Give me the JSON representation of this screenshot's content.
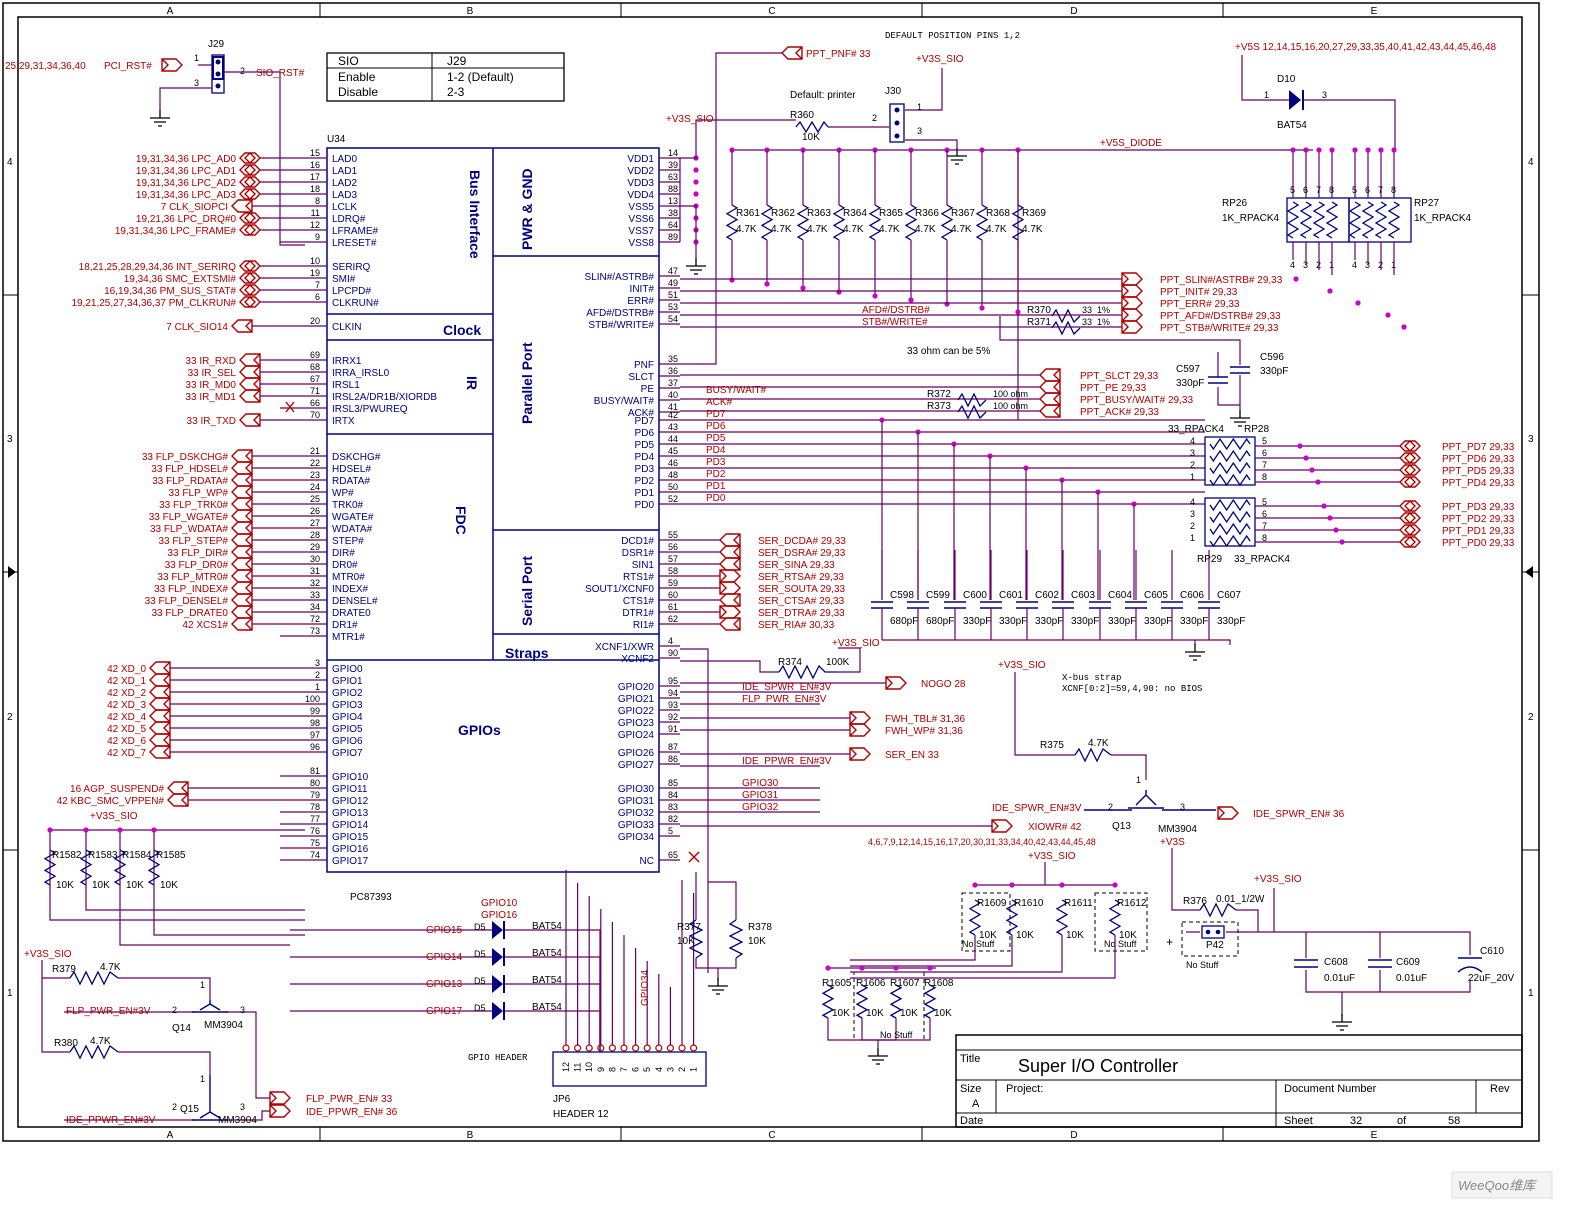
{
  "border": {
    "columns": [
      "A",
      "B",
      "C",
      "D",
      "E"
    ],
    "rows": [
      "4",
      "3",
      "2",
      "1"
    ]
  },
  "jumper_table": {
    "headers": [
      "SIO",
      "J29"
    ],
    "rows": [
      [
        "Enable",
        "1-2 (Default)"
      ],
      [
        "Disable",
        "2-3"
      ]
    ]
  },
  "j29": {
    "ref": "J29",
    "net_in": "PCI_RST#",
    "net_in_refs": "25,29,31,34,36,40",
    "net_out": "SIO_RST#",
    "pin1": "1",
    "pin2": "2",
    "pin3": "3"
  },
  "default_pos_note": "DEFAULT POSITION PINS 1,2",
  "u34": {
    "ref": "U34",
    "part": "PC87393",
    "sections": {
      "bus": "Bus Interface",
      "pwr": "PWR & GND",
      "clock": "Clock",
      "ir": "IR",
      "parallel": "Parallel Port",
      "fdc": "FDC",
      "serial": "Serial Port",
      "straps": "Straps",
      "gpios": "GPIOs"
    },
    "left_pins": [
      {
        "pin": "15",
        "name": "LAD0",
        "net": "LPC_AD0",
        "refs": "19,31,34,36"
      },
      {
        "pin": "16",
        "name": "LAD1",
        "net": "LPC_AD1",
        "refs": "19,31,34,36"
      },
      {
        "pin": "17",
        "name": "LAD2",
        "net": "LPC_AD2",
        "refs": "19,31,34,36"
      },
      {
        "pin": "18",
        "name": "LAD3",
        "net": "LPC_AD3",
        "refs": "19,31,34,36"
      },
      {
        "pin": "8",
        "name": "LCLK",
        "net": "CLK_SIOPCI",
        "refs": "7"
      },
      {
        "pin": "11",
        "name": "LDRQ#",
        "net": "LPC_DRQ#0",
        "refs": "19,21,36"
      },
      {
        "pin": "12",
        "name": "LFRAME#",
        "net": "LPC_FRAME#",
        "refs": "19,31,34,36"
      },
      {
        "pin": "9",
        "name": "LRESET#",
        "net": "",
        "refs": ""
      },
      {
        "pin": "10",
        "name": "SERIRQ",
        "net": "INT_SERIRQ",
        "refs": "18,21,25,28,29,34,36"
      },
      {
        "pin": "19",
        "name": "SMI#",
        "net": "SMC_EXTSMI#",
        "refs": "19,34,36"
      },
      {
        "pin": "7",
        "name": "LPCPD#",
        "net": "PM_SUS_STAT#",
        "refs": "16,19,34,36"
      },
      {
        "pin": "6",
        "name": "CLKRUN#",
        "net": "PM_CLKRUN#",
        "refs": "19,21,25,27,34,36,37"
      },
      {
        "pin": "20",
        "name": "CLKIN",
        "net": "CLK_SIO14",
        "refs": "7"
      },
      {
        "pin": "69",
        "name": "IRRX1",
        "net": "IR_RXD",
        "refs": "33"
      },
      {
        "pin": "68",
        "name": "IRRA_IRSL0",
        "net": "IR_SEL",
        "refs": "33"
      },
      {
        "pin": "67",
        "name": "IRSL1",
        "net": "IR_MD0",
        "refs": "33"
      },
      {
        "pin": "71",
        "name": "IRSL2A/DR1B/XIORDB",
        "net": "IR_MD1",
        "refs": "33"
      },
      {
        "pin": "66",
        "name": "IRSL3/PWUREQ",
        "net": "",
        "refs": ""
      },
      {
        "pin": "70",
        "name": "IRTX",
        "net": "IR_TXD",
        "refs": "33"
      },
      {
        "pin": "21",
        "name": "DSKCHG#",
        "net": "FLP_DSKCHG#",
        "refs": "33"
      },
      {
        "pin": "22",
        "name": "HDSEL#",
        "net": "FLP_HDSEL#",
        "refs": "33"
      },
      {
        "pin": "23",
        "name": "RDATA#",
        "net": "FLP_RDATA#",
        "refs": "33"
      },
      {
        "pin": "24",
        "name": "WP#",
        "net": "FLP_WP#",
        "refs": "33"
      },
      {
        "pin": "25",
        "name": "TRK0#",
        "net": "FLP_TRK0#",
        "refs": "33"
      },
      {
        "pin": "26",
        "name": "WGATE#",
        "net": "FLP_WGATE#",
        "refs": "33"
      },
      {
        "pin": "27",
        "name": "WDATA#",
        "net": "FLP_WDATA#",
        "refs": "33"
      },
      {
        "pin": "28",
        "name": "STEP#",
        "net": "FLP_STEP#",
        "refs": "33"
      },
      {
        "pin": "29",
        "name": "DIR#",
        "net": "FLP_DIR#",
        "refs": "33"
      },
      {
        "pin": "30",
        "name": "DR0#",
        "net": "FLP_DR0#",
        "refs": "33"
      },
      {
        "pin": "31",
        "name": "MTR0#",
        "net": "FLP_MTR0#",
        "refs": "33"
      },
      {
        "pin": "32",
        "name": "INDEX#",
        "net": "FLP_INDEX#",
        "refs": "33"
      },
      {
        "pin": "33",
        "name": "DENSEL#",
        "net": "FLP_DENSEL#",
        "refs": "33"
      },
      {
        "pin": "34",
        "name": "DRATE0",
        "net": "FLP_DRATE0",
        "refs": "33"
      },
      {
        "pin": "72",
        "name": "DR1#",
        "net": "XCS1#",
        "refs": "42"
      },
      {
        "pin": "73",
        "name": "MTR1#",
        "net": "",
        "refs": ""
      },
      {
        "pin": "3",
        "name": "GPIO0",
        "net": "XD_0",
        "refs": "42"
      },
      {
        "pin": "2",
        "name": "GPIO1",
        "net": "XD_1",
        "refs": "42"
      },
      {
        "pin": "1",
        "name": "GPIO2",
        "net": "XD_2",
        "refs": "42"
      },
      {
        "pin": "100",
        "name": "GPIO3",
        "net": "XD_3",
        "refs": "42"
      },
      {
        "pin": "99",
        "name": "GPIO4",
        "net": "XD_4",
        "refs": "42"
      },
      {
        "pin": "98",
        "name": "GPIO5",
        "net": "XD_5",
        "refs": "42"
      },
      {
        "pin": "97",
        "name": "GPIO6",
        "net": "XD_6",
        "refs": "42"
      },
      {
        "pin": "96",
        "name": "GPIO7",
        "net": "XD_7",
        "refs": "42"
      },
      {
        "pin": "81",
        "name": "GPIO10",
        "net": "",
        "refs": ""
      },
      {
        "pin": "80",
        "name": "GPIO11",
        "net": "AGP_SUSPEND#",
        "refs": "16"
      },
      {
        "pin": "79",
        "name": "GPIO12",
        "net": "KBC_SMC_VPPEN#",
        "refs": "42"
      },
      {
        "pin": "78",
        "name": "GPIO13",
        "net": "",
        "refs": ""
      },
      {
        "pin": "77",
        "name": "GPIO14",
        "net": "",
        "refs": ""
      },
      {
        "pin": "76",
        "name": "GPIO15",
        "net": "",
        "refs": ""
      },
      {
        "pin": "75",
        "name": "GPIO16",
        "net": "",
        "refs": ""
      },
      {
        "pin": "74",
        "name": "GPIO17",
        "net": "",
        "refs": ""
      }
    ],
    "right_pins": [
      {
        "pin": "14",
        "name": "VDD1"
      },
      {
        "pin": "39",
        "name": "VDD2"
      },
      {
        "pin": "63",
        "name": "VDD3"
      },
      {
        "pin": "88",
        "name": "VDD4"
      },
      {
        "pin": "13",
        "name": "VSS5"
      },
      {
        "pin": "38",
        "name": "VSS6"
      },
      {
        "pin": "64",
        "name": "VSS7"
      },
      {
        "pin": "89",
        "name": "VSS8"
      },
      {
        "pin": "47",
        "name": "SLIN#/ASTRB#"
      },
      {
        "pin": "49",
        "name": "INIT#"
      },
      {
        "pin": "51",
        "name": "ERR#"
      },
      {
        "pin": "53",
        "name": "AFD#/DSTRB#"
      },
      {
        "pin": "54",
        "name": "STB#/WRITE#"
      },
      {
        "pin": "35",
        "name": "PNF"
      },
      {
        "pin": "36",
        "name": "SLCT"
      },
      {
        "pin": "37",
        "name": "PE"
      },
      {
        "pin": "40",
        "name": "BUSY/WAIT#"
      },
      {
        "pin": "41",
        "name": "ACK#"
      },
      {
        "pin": "42",
        "name": "PD7"
      },
      {
        "pin": "43",
        "name": "PD6"
      },
      {
        "pin": "44",
        "name": "PD5"
      },
      {
        "pin": "45",
        "name": "PD4"
      },
      {
        "pin": "46",
        "name": "PD3"
      },
      {
        "pin": "48",
        "name": "PD2"
      },
      {
        "pin": "50",
        "name": "PD1"
      },
      {
        "pin": "52",
        "name": "PD0"
      },
      {
        "pin": "55",
        "name": "DCD1#"
      },
      {
        "pin": "56",
        "name": "DSR1#"
      },
      {
        "pin": "57",
        "name": "SIN1"
      },
      {
        "pin": "58",
        "name": "RTS1#"
      },
      {
        "pin": "59",
        "name": "SOUT1/XCNF0"
      },
      {
        "pin": "60",
        "name": "CTS1#"
      },
      {
        "pin": "61",
        "name": "DTR1#"
      },
      {
        "pin": "62",
        "name": "RI1#"
      },
      {
        "pin": "4",
        "name": "XCNF1/XWR"
      },
      {
        "pin": "90",
        "name": "XCNF2"
      },
      {
        "pin": "95",
        "name": "GPIO20"
      },
      {
        "pin": "94",
        "name": "GPIO21"
      },
      {
        "pin": "93",
        "name": "GPIO22"
      },
      {
        "pin": "92",
        "name": "GPIO23"
      },
      {
        "pin": "91",
        "name": "GPIO24"
      },
      {
        "pin": "87",
        "name": "GPIO26"
      },
      {
        "pin": "86",
        "name": "GPIO27"
      },
      {
        "pin": "85",
        "name": "GPIO30"
      },
      {
        "pin": "84",
        "name": "GPIO31"
      },
      {
        "pin": "83",
        "name": "GPIO32"
      },
      {
        "pin": "82",
        "name": "GPIO33"
      },
      {
        "pin": "5",
        "name": "GPIO34"
      },
      {
        "pin": "65",
        "name": "NC"
      }
    ]
  },
  "pull_res": {
    "refs": [
      "R361",
      "R362",
      "R363",
      "R364",
      "R365",
      "R366",
      "R367",
      "R368",
      "R369"
    ],
    "value": "4.7K"
  },
  "rail_v3s_sio": "+V3S_SIO",
  "rail_v5s_diode": "+V5S_DIODE",
  "rail_v5s": "+V5S",
  "rail_v5s_refs": "12,14,15,16,20,27,29,33,35,40,41,42,43,44,45,46,48",
  "rail_v3s": "+V3S",
  "ppt_pnf": {
    "net": "PPT_PNF#",
    "refs": "33"
  },
  "r360": {
    "ref": "R360",
    "value": "10K"
  },
  "j30": {
    "ref": "J30",
    "note": "Default: printer",
    "pin1": "1",
    "pin2": "2",
    "pin3": "3"
  },
  "d10": {
    "ref": "D10",
    "part": "BAT54",
    "pin1": "1",
    "pin3": "3"
  },
  "rp26": {
    "ref": "RP26",
    "value": "1K_RPACK4",
    "pins_top": [
      "5",
      "6",
      "7",
      "8"
    ],
    "pins_bottom": [
      "4",
      "3",
      "2",
      "1"
    ]
  },
  "rp27": {
    "ref": "RP27",
    "value": "1K_RPACK4",
    "pins_top": [
      "5",
      "6",
      "7",
      "8"
    ],
    "pins_bottom": [
      "4",
      "3",
      "2",
      "1"
    ]
  },
  "ppt_out": [
    {
      "net": "PPT_SLIN#/ASTRB#",
      "refs": "29,33"
    },
    {
      "net": "PPT_INIT#",
      "refs": "29,33"
    },
    {
      "net": "PPT_ERR#",
      "refs": "29,33"
    },
    {
      "net": "PPT_AFD#/DSTRB#",
      "refs": "29,33"
    },
    {
      "net": "PPT_STB#/WRITE#",
      "refs": "29,33"
    }
  ],
  "afd_label": "AFD#/DSTRB#",
  "stb_label": "STB#/WRITE#",
  "r370": {
    "ref": "R370",
    "value": "33_1%"
  },
  "r371": {
    "ref": "R371",
    "value": "33_1%"
  },
  "note_33ohm": "33 ohm can be 5%",
  "c597": {
    "ref": "C597",
    "value": "330pF"
  },
  "c596": {
    "ref": "C596",
    "value": "330pF"
  },
  "ppt_in": [
    {
      "net": "PPT_SLCT",
      "refs": "29,33"
    },
    {
      "net": "PPT_PE",
      "refs": "29,33"
    },
    {
      "net": "PPT_BUSY/WAIT#",
      "refs": "29,33"
    },
    {
      "net": "PPT_ACK#",
      "refs": "29,33"
    }
  ],
  "r372": {
    "ref": "R372",
    "value": "100 ohm"
  },
  "r373": {
    "ref": "R373",
    "value": "100 ohm"
  },
  "pd_labels": [
    "BUSY/WAIT#",
    "ACK#",
    "PD7",
    "PD6",
    "PD5",
    "PD4",
    "PD3",
    "PD2",
    "PD1",
    "PD0"
  ],
  "rp28": {
    "ref": "RP28",
    "value": "33_RPACK4",
    "left": [
      "4",
      "3",
      "2",
      "1"
    ],
    "right": [
      "5",
      "6",
      "7",
      "8"
    ]
  },
  "rp29": {
    "ref": "RP29",
    "value": "33_RPACK4",
    "left": [
      "4",
      "3",
      "2",
      "1"
    ],
    "right": [
      "5",
      "6",
      "7",
      "8"
    ]
  },
  "ppt_pd": [
    {
      "net": "PPT_PD7",
      "refs": "29,33"
    },
    {
      "net": "PPT_PD6",
      "refs": "29,33"
    },
    {
      "net": "PPT_PD5",
      "refs": "29,33"
    },
    {
      "net": "PPT_PD4",
      "refs": "29,33"
    },
    {
      "net": "PPT_PD3",
      "refs": "29,33"
    },
    {
      "net": "PPT_PD2",
      "refs": "29,33"
    },
    {
      "net": "PPT_PD1",
      "refs": "29,33"
    },
    {
      "net": "PPT_PD0",
      "refs": "29,33"
    }
  ],
  "caps_row": [
    {
      "ref": "C598",
      "value": "680pF"
    },
    {
      "ref": "C599",
      "value": "680pF"
    },
    {
      "ref": "C600",
      "value": "330pF"
    },
    {
      "ref": "C601",
      "value": "330pF"
    },
    {
      "ref": "C602",
      "value": "330pF"
    },
    {
      "ref": "C603",
      "value": "330pF"
    },
    {
      "ref": "C604",
      "value": "330pF"
    },
    {
      "ref": "C605",
      "value": "330pF"
    },
    {
      "ref": "C606",
      "value": "330pF"
    },
    {
      "ref": "C607",
      "value": "330pF"
    }
  ],
  "ser_out": [
    {
      "net": "SER_DCDA#",
      "refs": "29,33"
    },
    {
      "net": "SER_DSRA#",
      "refs": "29,33"
    },
    {
      "net": "SER_SINA",
      "refs": "29,33"
    },
    {
      "net": "SER_RTSA#",
      "refs": "29,33"
    },
    {
      "net": "SER_SOUTA",
      "refs": "29,33"
    },
    {
      "net": "SER_CTSA#",
      "refs": "29,33"
    },
    {
      "net": "SER_DTRA#",
      "refs": "29,33"
    },
    {
      "net": "SER_RIA#",
      "refs": "30,33"
    }
  ],
  "r374": {
    "ref": "R374",
    "value": "100K"
  },
  "nogo": {
    "net": "NOGO",
    "refs": "28"
  },
  "xbus_note": [
    "X-bus strap",
    "XCNF[0:2]=59,4,90: no BIOS"
  ],
  "gpio_right_nets": [
    {
      "label": "IDE_SPWR_EN#3V"
    },
    {
      "label": "FLP_PWR_EN#3V"
    },
    {
      "label": "IDE_PPWR_EN#3V"
    },
    {
      "label": "GPIO30"
    },
    {
      "label": "GPIO31"
    },
    {
      "label": "GPIO32"
    }
  ],
  "fwh": [
    {
      "net": "FWH_TBL#",
      "refs": "31,36"
    },
    {
      "net": "FWH_WP#",
      "refs": "31,36"
    }
  ],
  "ser_en": {
    "net": "SER_EN",
    "refs": "33"
  },
  "r375": {
    "ref": "R375",
    "value": "4.7K"
  },
  "q13": {
    "ref": "Q13",
    "part": "MM3904",
    "in_net": "IDE_SPWR_EN#3V",
    "out_net": "IDE_SPWR_EN#",
    "out_refs": "36",
    "pin1": "1",
    "pin2": "2",
    "pin3": "3"
  },
  "xiowr": {
    "net": "XIOWR#",
    "refs": "42",
    "refs_line": "4,6,7,9,12,14,15,16,17,20,30,31,33,34,40,42,43,44,45,48"
  },
  "r158x": [
    {
      "ref": "R1582",
      "value": "10K"
    },
    {
      "ref": "R1583",
      "value": "10K"
    },
    {
      "ref": "R1584",
      "value": "10K"
    },
    {
      "ref": "R1585",
      "value": "10K"
    }
  ],
  "r379": {
    "ref": "R379",
    "value": "4.7K"
  },
  "r380": {
    "ref": "R380",
    "value": "4.7K"
  },
  "q14": {
    "ref": "Q14",
    "part": "MM3904",
    "in_net": "FLP_PWR_EN#3V",
    "pin1": "1",
    "pin2": "2",
    "pin3": "3"
  },
  "q15": {
    "ref": "Q15",
    "part": "MM3904",
    "in_net": "IDE_PPWR_EN#3V",
    "pin1": "1",
    "pin2": "2",
    "pin3": "3"
  },
  "flp_pwr_out": [
    {
      "net": "FLP_PWR_EN#",
      "refs": "33"
    },
    {
      "net": "IDE_PPWR_EN#",
      "refs": "36"
    }
  ],
  "diodes": [
    {
      "ref": "D5",
      "net": "GPIO15",
      "part": "BAT54"
    },
    {
      "ref": "D5",
      "net": "GPIO14",
      "part": "BAT54"
    },
    {
      "ref": "D5",
      "net": "GPIO13",
      "part": "BAT54"
    },
    {
      "ref": "D5",
      "net": "GPIO17",
      "part": "BAT54"
    }
  ],
  "gpio10_label": "GPIO10",
  "gpio16_label": "GPIO16",
  "gpio34_label": "GPIO34",
  "jp6": {
    "ref": "JP6",
    "part": "HEADER 12",
    "title": "GPIO HEADER",
    "pins": [
      "12",
      "11",
      "10",
      "9",
      "8",
      "7",
      "6",
      "5",
      "4",
      "3",
      "2",
      "1"
    ]
  },
  "r377": {
    "ref": "R377",
    "value": "10K"
  },
  "r378": {
    "ref": "R378",
    "value": "10K"
  },
  "r160x_top": [
    {
      "ref": "R1609",
      "value": "10K"
    },
    {
      "ref": "R1610",
      "value": "10K"
    },
    {
      "ref": "R1611",
      "value": "10K"
    },
    {
      "ref": "R1612",
      "value": "10K"
    }
  ],
  "r160x_bot": [
    {
      "ref": "R1605",
      "value": "10K"
    },
    {
      "ref": "R1606",
      "value": "10K"
    },
    {
      "ref": "R1607",
      "value": "10K"
    },
    {
      "ref": "R1608",
      "value": "10K"
    }
  ],
  "no_stuff": "No Stuff",
  "r376": {
    "ref": "R376",
    "value": "0.01_1/2W"
  },
  "p42": {
    "ref": "P42",
    "note": "No Stuff"
  },
  "c608": {
    "ref": "C608",
    "value": "0.01uF"
  },
  "c609": {
    "ref": "C609",
    "value": "0.01uF"
  },
  "c610": {
    "ref": "C610",
    "value": "22uF_20V"
  },
  "title_block": {
    "title_label": "Title",
    "title": "Super I/O Controller",
    "size_label": "Size",
    "size": "A",
    "project_label": "Project:",
    "docnum_label": "Document Number",
    "rev_label": "Rev",
    "date_label": "Date",
    "sheet_label": "Sheet",
    "sheet": "32",
    "of_label": "of",
    "of": "58"
  },
  "watermark": "WeeQoo维库",
  "colors": {
    "net": "#b00000",
    "wire": "#660066",
    "component": "#000080",
    "junction": "#cc00cc"
  }
}
